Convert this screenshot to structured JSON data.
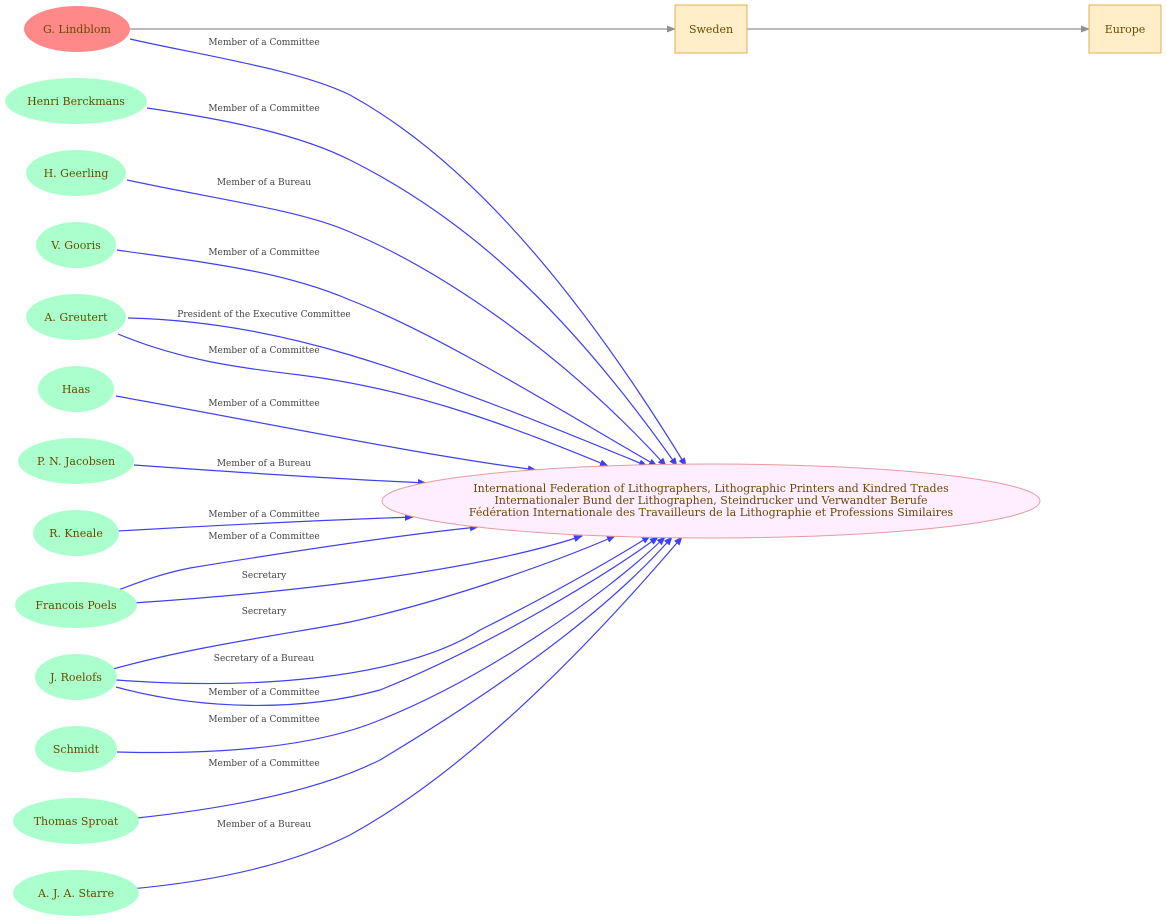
{
  "colors": {
    "person_fill": "#aaffcc",
    "highlight_fill": "#ff8888",
    "org_fill": "#ffeeff",
    "org_stroke": "#e89aa0",
    "place_fill": "#ffeec8",
    "place_stroke": "#e0b050",
    "edge_blue": "#4040ee",
    "edge_gray": "#909090",
    "text_brown": "#6b4a00"
  },
  "organization": {
    "lines": [
      "International Federation of Lithographers, Lithographic Printers and Kindred Trades",
      "Internationaler Bund der Lithographen, Steindrucker und Verwandter Berufe",
      "Fédération Internationale des Travailleurs de la Lithographie et Professions Similaires"
    ]
  },
  "places": [
    {
      "id": "sweden",
      "label": "Sweden"
    },
    {
      "id": "europe",
      "label": "Europe"
    }
  ],
  "people": [
    {
      "id": "lindblom",
      "label": "G. Lindblom",
      "highlight": true
    },
    {
      "id": "berckmans",
      "label": "Henri Berckmans"
    },
    {
      "id": "geerling",
      "label": "H. Geerling"
    },
    {
      "id": "gooris",
      "label": "V. Gooris"
    },
    {
      "id": "greutert",
      "label": "A. Greutert"
    },
    {
      "id": "haas",
      "label": "Haas"
    },
    {
      "id": "jacobsen",
      "label": "P. N. Jacobsen"
    },
    {
      "id": "kneale",
      "label": "R. Kneale"
    },
    {
      "id": "poels",
      "label": "Francois Poels"
    },
    {
      "id": "roelofs",
      "label": "J. Roelofs"
    },
    {
      "id": "schmidt",
      "label": "Schmidt"
    },
    {
      "id": "sproat",
      "label": "Thomas Sproat"
    },
    {
      "id": "starre",
      "label": "A. J. A. Starre"
    }
  ],
  "edges": [
    {
      "from": "lindblom",
      "label": "Member of a Committee"
    },
    {
      "from": "berckmans",
      "label": "Member of a Committee"
    },
    {
      "from": "geerling",
      "label": "Member of a Bureau"
    },
    {
      "from": "gooris",
      "label": "Member of a Committee"
    },
    {
      "from": "greutert",
      "label": "President of the Executive Committee"
    },
    {
      "from": "greutert",
      "label": "Member of a Committee"
    },
    {
      "from": "haas",
      "label": "Member of a Committee"
    },
    {
      "from": "jacobsen",
      "label": "Member of a Bureau"
    },
    {
      "from": "kneale",
      "label": "Member of a Committee"
    },
    {
      "from": "poels",
      "label": "Member of a Committee"
    },
    {
      "from": "poels",
      "label": "Secretary"
    },
    {
      "from": "roelofs",
      "label": "Secretary"
    },
    {
      "from": "roelofs",
      "label": "Secretary of a Bureau"
    },
    {
      "from": "roelofs",
      "label": "Member of a Committee"
    },
    {
      "from": "schmidt",
      "label": "Member of a Committee"
    },
    {
      "from": "sproat",
      "label": "Member of a Committee"
    },
    {
      "from": "starre",
      "label": "Member of a Bureau"
    }
  ],
  "place_links": [
    {
      "from": "lindblom",
      "to": "sweden"
    },
    {
      "from": "sweden",
      "to": "europe"
    }
  ]
}
